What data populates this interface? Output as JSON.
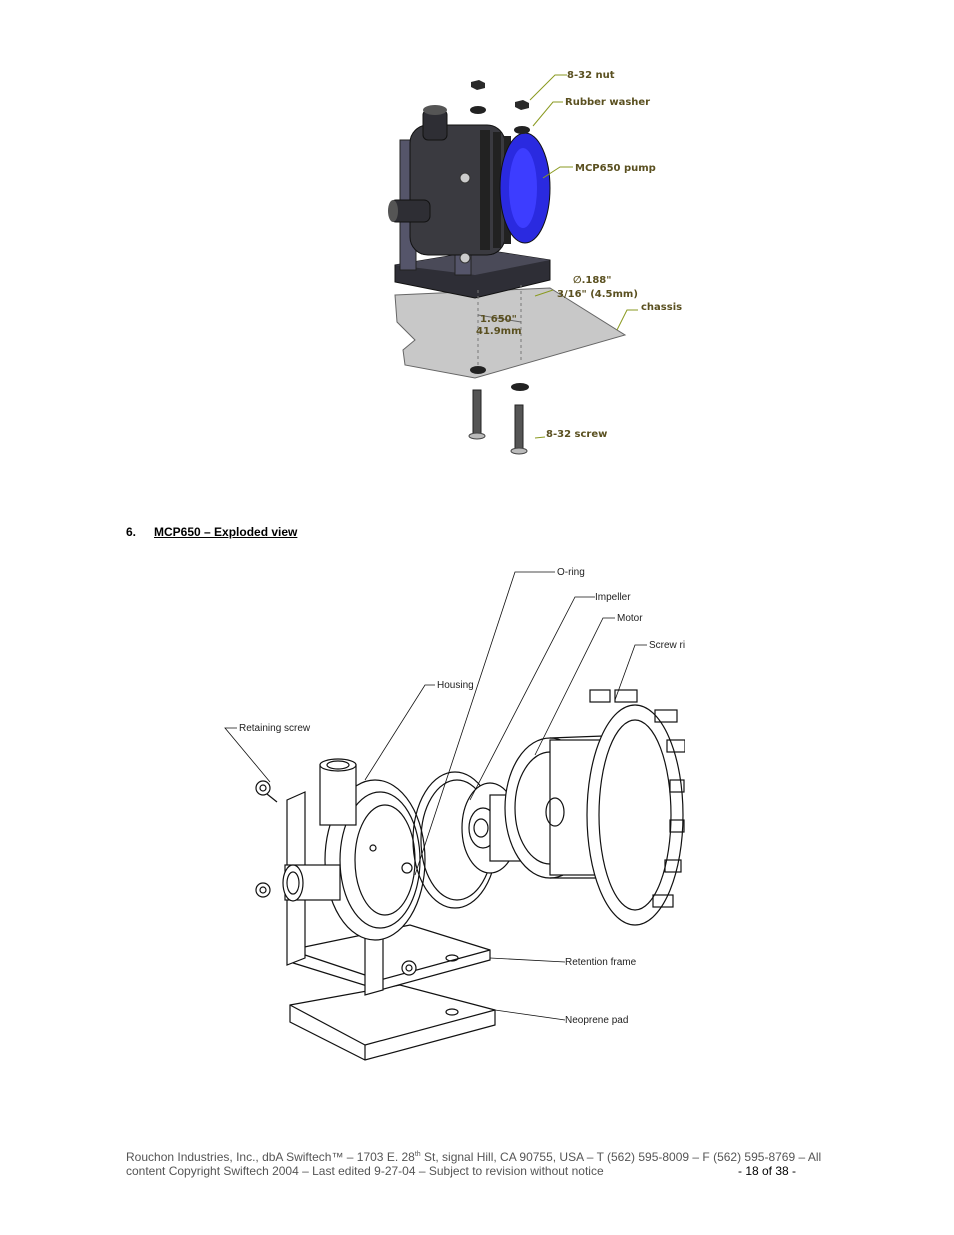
{
  "figure1": {
    "labels": {
      "nut": "8-32 nut",
      "washer": "Rubber washer",
      "pump": "MCP650 pump",
      "hole_dia": "∅.188\"",
      "hole_frac": "3/16\" (4.5mm)",
      "chassis": "chassis",
      "spacing_in": "1.650\"",
      "spacing_mm": "41.9mm",
      "screw": "8-32 screw"
    },
    "colors": {
      "pump_blue": "#2a2ae0",
      "label_text": "#5a5020",
      "callout_line": "#8a9a20"
    }
  },
  "section": {
    "number": "6.",
    "title": "MCP650 – Exploded view"
  },
  "figure2": {
    "labels": {
      "oring": "O-ring",
      "impeller": "Impeller",
      "motor": "Motor",
      "screwring": "Screw ring",
      "housing": "Housing",
      "retaining_screw": "Retaining screw",
      "retention_frame": "Retention frame",
      "neoprene_pad": "Neoprene pad"
    }
  },
  "footer": {
    "line1_a": "Rouchon Industries, Inc., dbA Swiftech™ – 1703 E. 28",
    "line1_sup": "th",
    "line1_b": " St, signal Hill, CA 90755, USA – T (562) 595-8009 – F (562) 595-8769 – All",
    "line2": "content Copyright Swiftech 2004 – Last edited 9-27-04 – Subject to revision without notice",
    "page": "- 18 of 38 -"
  }
}
